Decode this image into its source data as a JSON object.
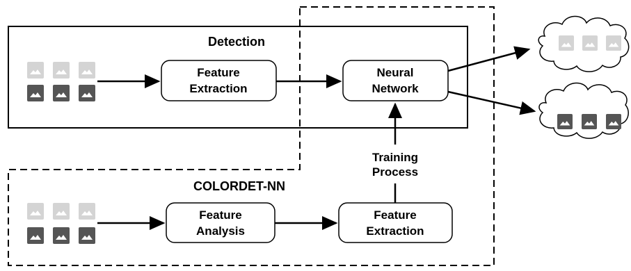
{
  "diagram": {
    "detection_title": "Detection",
    "colordet_title": "COLORDET-NN",
    "training_label_line1": "Training",
    "training_label_line2": "Process",
    "nodes": {
      "feature_extraction_top": {
        "line1": "Feature",
        "line2": "Extraction"
      },
      "neural_network": {
        "line1": "Neural",
        "line2": "Network"
      },
      "feature_analysis": {
        "line1": "Feature",
        "line2": "Analysis"
      },
      "feature_extraction_bottom": {
        "line1": "Feature",
        "line2": "Extraction"
      }
    },
    "icons": {
      "light_image": "image-icon-light",
      "dark_image": "image-icon-dark",
      "cloud": "cloud-icon"
    },
    "colors": {
      "light_icon": "#d4d4d4",
      "dark_icon": "#555555",
      "stroke": "#000000"
    }
  }
}
